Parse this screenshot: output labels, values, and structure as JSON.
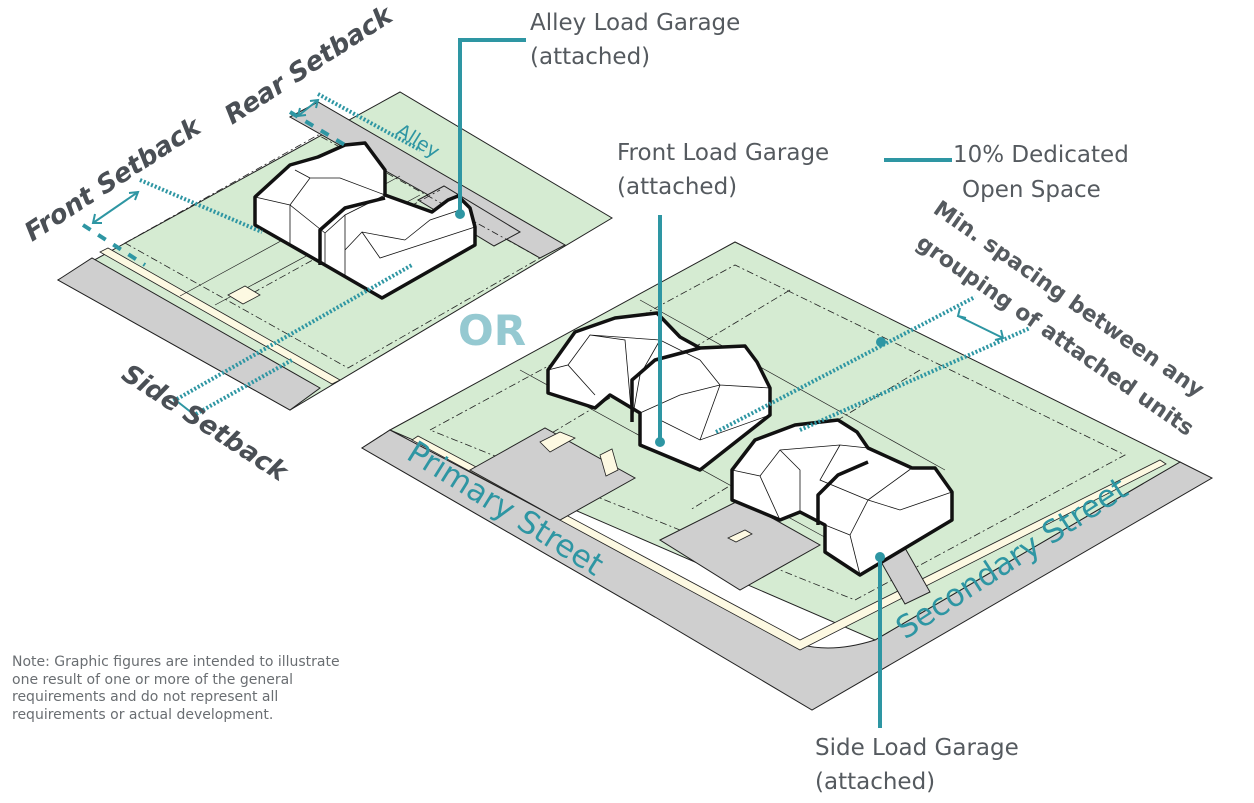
{
  "labels": {
    "alley_garage_line1": "Alley Load Garage",
    "alley_garage_line2": "(attached)",
    "front_garage_line1": "Front Load Garage",
    "front_garage_line2": "(attached)",
    "open_space_line1": "10% Dedicated",
    "open_space_line2": "Open Space",
    "spacing_line1": "Min. spacing between any",
    "spacing_line2": "grouping of attached units",
    "side_garage_line1": "Side Load Garage",
    "side_garage_line2": "(attached)",
    "rear_setback": "Rear Setback",
    "front_setback": "Front Setback",
    "side_setback": "Side Setback",
    "alley": "Alley",
    "or": "OR",
    "primary_street": "Primary Street",
    "secondary_street": "Secondary Street"
  },
  "note": "Note: Graphic figures are intended to illustrate one result of one or more of the general requirements and do not represent all requirements or actual development.",
  "colors": {
    "accent": "#2e96a3",
    "lot_green": "#d5ebd2",
    "road_gray": "#cfcfcf",
    "sidewalk": "#fdf9e2",
    "or_text": "#95c9d1",
    "label_text": "#555a5f"
  }
}
